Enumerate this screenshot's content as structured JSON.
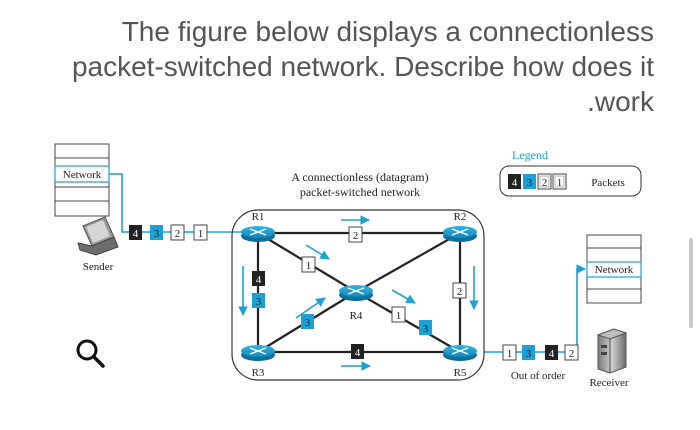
{
  "question": {
    "line1": "The figure below displays a connectionless",
    "line2": "packet-switched network. Describe how does it",
    "line3": ".work"
  },
  "figure": {
    "caption_line1": "A connectionless (datagram)",
    "caption_line2": "packet-switched network",
    "legend": {
      "title": "Legend",
      "packets": [
        "4",
        "3",
        "2",
        "1"
      ],
      "label": "Packets"
    },
    "left_network_label": "Network",
    "right_network_label": "Network",
    "sender_label": "Sender",
    "receiver_label": "Receiver",
    "out_of_order_label": "Out of order",
    "routers": {
      "r1": "R1",
      "r2": "R2",
      "r3": "R3",
      "r4": "R4",
      "r5": "R5"
    },
    "sender_packets": [
      "4",
      "3",
      "2",
      "1"
    ],
    "receiver_packets": [
      "1",
      "3",
      "4",
      "2"
    ],
    "link_packets": {
      "r1_r2": "2",
      "r1_r4": "1",
      "r1_r3_a": "4",
      "r1_r3_b": "3",
      "r3_r4": "3",
      "r3_r5": "4",
      "r2_r5": "2",
      "r4_r5_a": "1",
      "r4_r5_b": "3"
    }
  },
  "colors": {
    "accent_blue": "#1ba1d6",
    "dark_packet": "#222222",
    "line": "#222222"
  }
}
